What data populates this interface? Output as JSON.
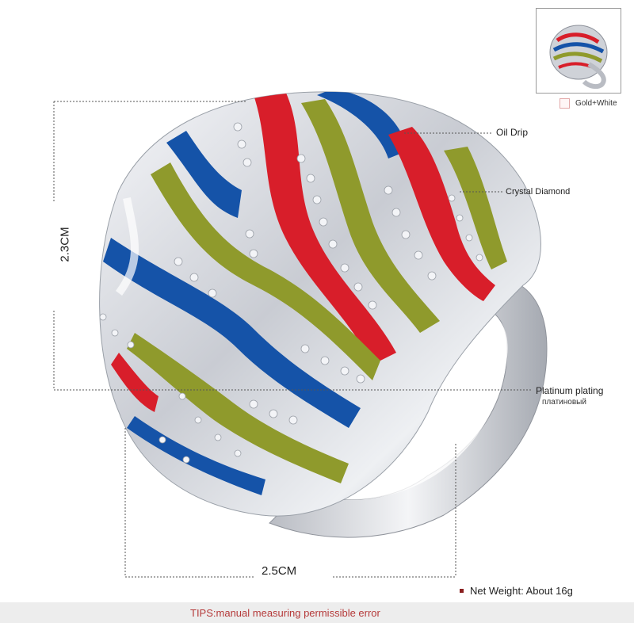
{
  "labels": {
    "oil_drip": "Oil Drip",
    "crystal_diamond": "Crystal Diamond",
    "platinum_plating": "Platinum plating",
    "platinum_plating_ru": "платиновый",
    "height": "2.3CM",
    "width": "2.5CM"
  },
  "color_option": {
    "label": "Gold+White",
    "swatch_color": "#fff6f6"
  },
  "net_weight": "Net  Weight:  About 16g",
  "tips": "TIPS:manual measuring permissible error",
  "colors": {
    "enamel_red": "#d81e2a",
    "enamel_blue": "#1553a8",
    "enamel_olive": "#8f9a2c",
    "metal": "#d9dbe0",
    "accent_text": "#b53a3a"
  },
  "icons": [
    "ring-illustration",
    "ring-thumbnail-icon",
    "color-swatch-icon",
    "bullet-icon"
  ]
}
